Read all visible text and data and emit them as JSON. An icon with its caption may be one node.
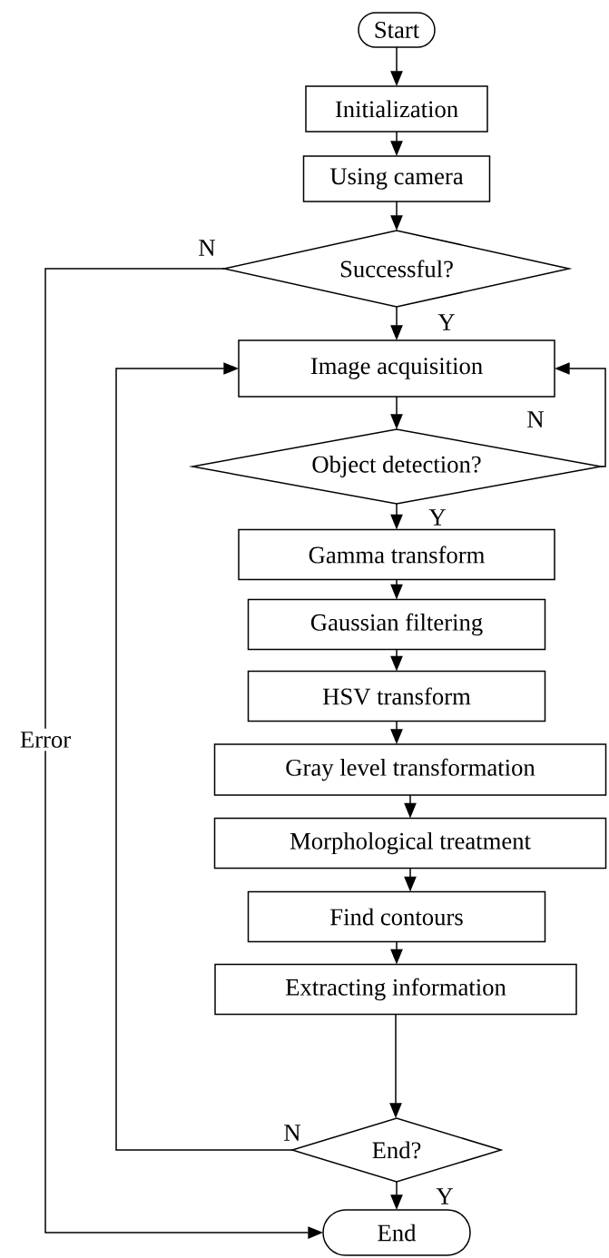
{
  "diagram": {
    "nodes": [
      {
        "text": [
          "Start"
        ]
      },
      {
        "text": [
          "Initialization"
        ]
      },
      {
        "text": [
          "Using camera"
        ]
      },
      {
        "text": [
          "Successful?"
        ]
      },
      {
        "text": [
          "Image acquisition"
        ]
      },
      {
        "text": [
          "Object detection?"
        ]
      },
      {
        "text": [
          "Gamma transform"
        ]
      },
      {
        "text": [
          "Gaussian filtering"
        ]
      },
      {
        "text": [
          "HSV transform"
        ]
      },
      {
        "text": [
          "Gray level transformation"
        ]
      },
      {
        "text": [
          "Morphological treatment"
        ]
      },
      {
        "text": [
          "Find contours"
        ]
      },
      {
        "text": [
          "Extracting information"
        ]
      },
      {
        "text": [
          "End?"
        ]
      },
      {
        "text": [
          "End"
        ]
      }
    ],
    "edges": [
      {
        "from": 0,
        "to": 1,
        "arrow": "to"
      },
      {
        "from": 1,
        "to": 2,
        "arrow": "to"
      },
      {
        "from": 2,
        "to": 3,
        "arrow": "to"
      },
      {
        "from": 3,
        "to": 4,
        "arrow": "to",
        "label": "Y"
      },
      {
        "from": 3,
        "to": 14,
        "arrow": "to",
        "label": "N"
      },
      {
        "from": 4,
        "to": 5,
        "arrow": "to"
      },
      {
        "from": 5,
        "to": 4,
        "arrow": "to",
        "label": "N"
      },
      {
        "from": 5,
        "to": 6,
        "arrow": "to",
        "label": "Y"
      },
      {
        "from": 6,
        "to": 7,
        "arrow": "to"
      },
      {
        "from": 7,
        "to": 8,
        "arrow": "to"
      },
      {
        "from": 8,
        "to": 9,
        "arrow": "to"
      },
      {
        "from": 9,
        "to": 10,
        "arrow": "to"
      },
      {
        "from": 10,
        "to": 11,
        "arrow": "to"
      },
      {
        "from": 11,
        "to": 12,
        "arrow": "to"
      },
      {
        "from": 12,
        "to": 13,
        "arrow": "to"
      },
      {
        "from": 13,
        "to": 4,
        "arrow": "to",
        "label": "N"
      },
      {
        "from": 13,
        "to": 14,
        "arrow": "to",
        "label": "Y"
      }
    ],
    "labels": [
      "Error"
    ]
  }
}
